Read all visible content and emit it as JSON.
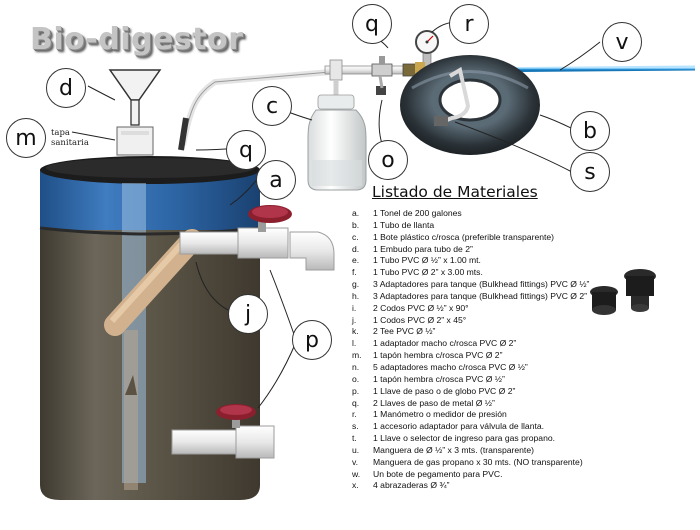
{
  "title": "Bio-digestor",
  "tapa_label": [
    "tapa",
    "sanitaria"
  ],
  "callouts": [
    "v",
    "r",
    "q",
    "d",
    "c",
    "b",
    "m",
    "q",
    "o",
    "s",
    "a",
    "j",
    "p"
  ],
  "list_heading": "Listado de Materiales",
  "materials": [
    {
      "letter": "a.",
      "text": "1 Tonel de 200 galones"
    },
    {
      "letter": "b.",
      "text": "1 Tubo de llanta"
    },
    {
      "letter": "c.",
      "text": "1 Bote plástico c/rosca (preferible transparente)"
    },
    {
      "letter": "d.",
      "text": "1 Embudo para tubo de 2”"
    },
    {
      "letter": "e.",
      "text": "1 Tubo PVC Ø ½” x 1.00 mt."
    },
    {
      "letter": "f.",
      "text": "1 Tubo PVC Ø 2” x 3.00 mts."
    },
    {
      "letter": "g.",
      "text": "3 Adaptadores para tanque (Bulkhead fittings) PVC Ø ½”"
    },
    {
      "letter": "h.",
      "text": "3 Adaptadores para tanque (Bulkhead fittings) PVC Ø 2”"
    },
    {
      "letter": "i.",
      "text": "2 Codos PVC Ø ½” x 90°"
    },
    {
      "letter": "j.",
      "text": "1 Codos PVC Ø 2” x 45°"
    },
    {
      "letter": "k.",
      "text": "2 Tee PVC Ø ½”"
    },
    {
      "letter": "l.",
      "text": "1 adaptador macho c/rosca PVC Ø 2”"
    },
    {
      "letter": "m.",
      "text": "1 tapón hembra c/rosca PVC Ø 2”"
    },
    {
      "letter": "n.",
      "text": "5 adaptadores macho c/rosca PVC Ø ½”"
    },
    {
      "letter": "o.",
      "text": "1 tapón hembra c/rosca PVC Ø ½”"
    },
    {
      "letter": "p.",
      "text": "1 Llave de paso o de globo PVC Ø 2”"
    },
    {
      "letter": "q.",
      "text": "2 Llaves de paso de metal Ø ½”"
    },
    {
      "letter": "r.",
      "text": "1 Manómetro o medidor de presión"
    },
    {
      "letter": "s.",
      "text": "1 accesorio adaptador para válvula de llanta."
    },
    {
      "letter": "t.",
      "text": "1 Llave o selector de ingreso para gas propano."
    },
    {
      "letter": "u.",
      "text": "Manguera de Ø ½” x 3 mts. (transparente)"
    },
    {
      "letter": "v.",
      "text": "Manguera de gas propano x 30 mts. (NO transparente)"
    },
    {
      "letter": "w.",
      "text": "Un bote de pegamento para PVC."
    },
    {
      "letter": "x.",
      "text": "4 abrazaderas Ø ¾”"
    }
  ]
}
